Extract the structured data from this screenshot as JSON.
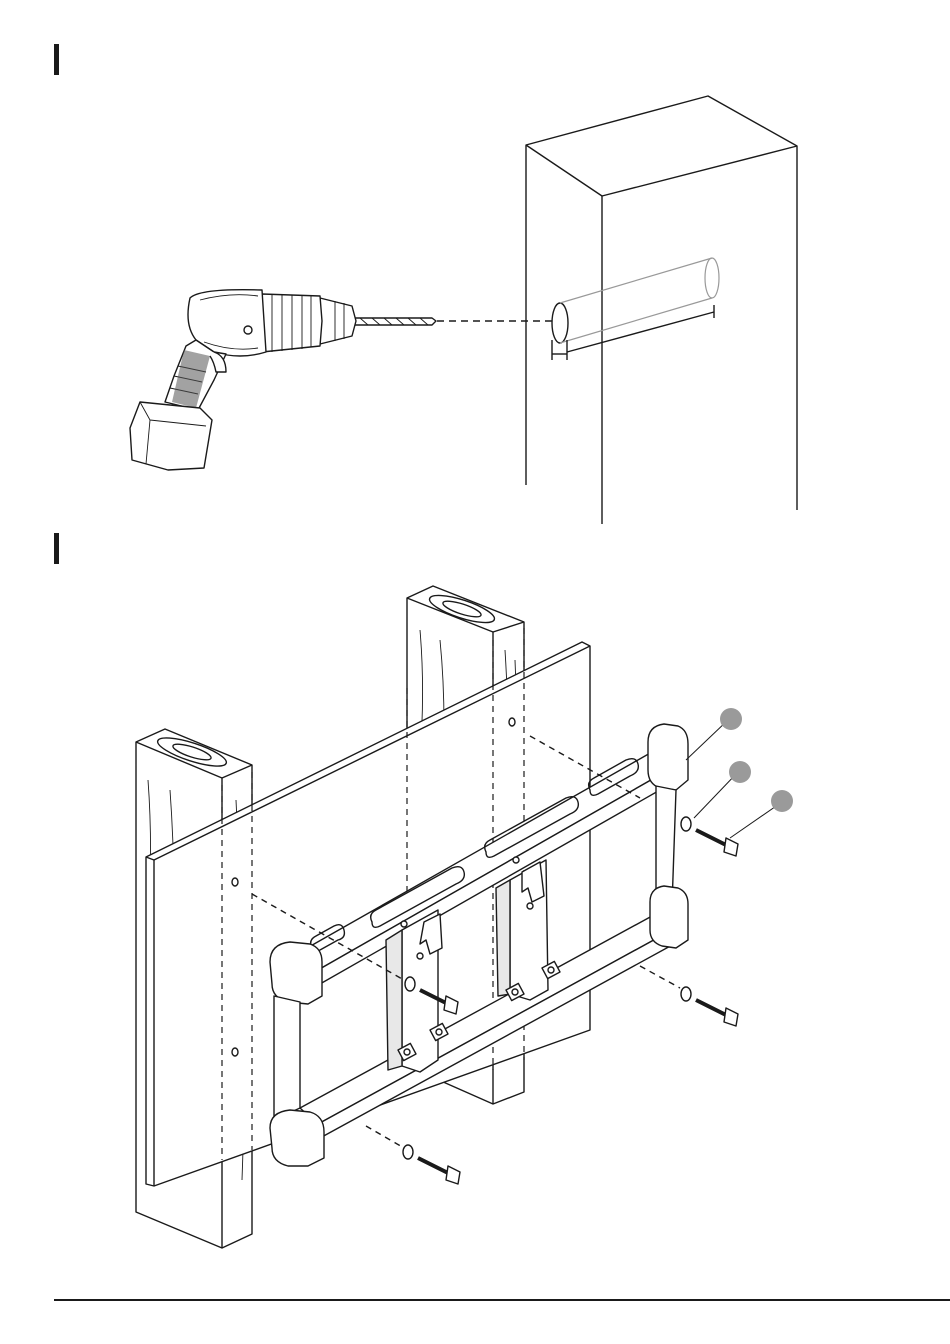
{
  "steps": [
    {
      "id": "step-1",
      "label": "",
      "description": ""
    },
    {
      "id": "step-2",
      "label": "",
      "description": ""
    }
  ],
  "callouts": [
    {
      "id": "callout-1",
      "label": "",
      "color": "#9a9a9a"
    },
    {
      "id": "callout-2",
      "label": "",
      "color": "#9a9a9a"
    },
    {
      "id": "callout-3",
      "label": "",
      "color": "#9a9a9a"
    }
  ],
  "colors": {
    "ink": "#1a1a1a",
    "callout": "#9a9a9a",
    "paper": "#ffffff"
  },
  "icons": [
    "drill-icon",
    "stud-icon",
    "wall-bracket-icon",
    "lag-bolt-icon",
    "washer-icon"
  ]
}
